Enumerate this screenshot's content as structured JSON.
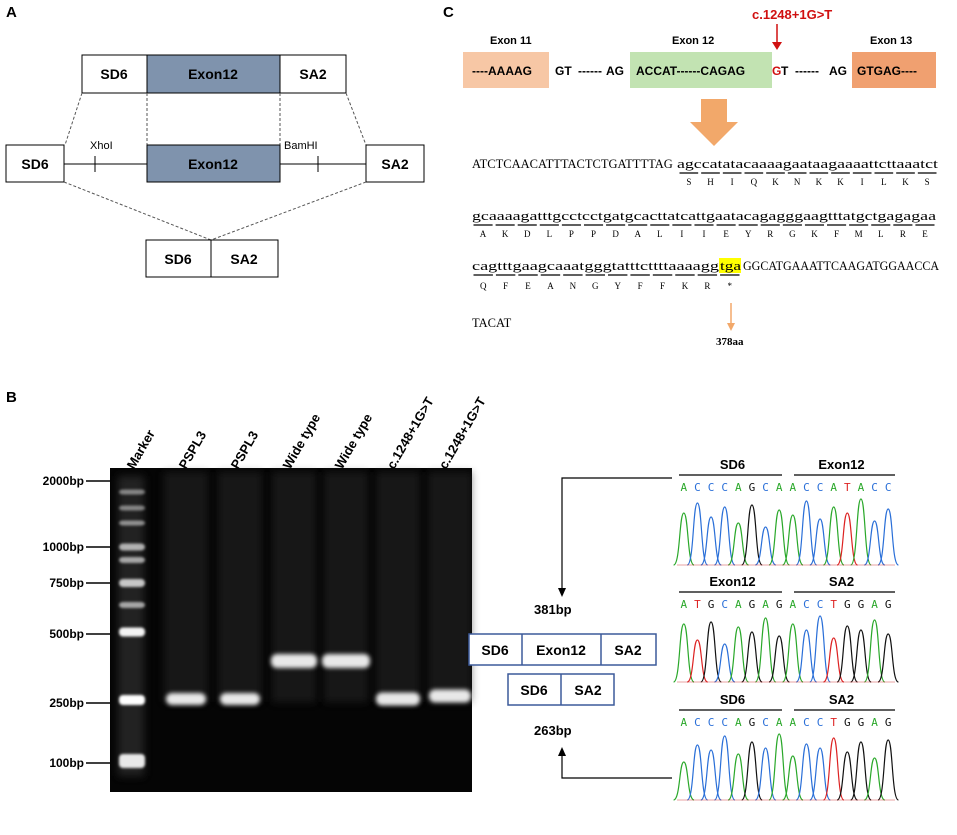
{
  "panel_a": {
    "letter": "A",
    "top_construct": [
      "SD6",
      "Exon12",
      "SA2"
    ],
    "vector": {
      "left": "SD6",
      "insert": "Exon12",
      "right": "SA2",
      "site_left": "XhoI",
      "site_right": "BamHI"
    },
    "bottom_construct": [
      "SD6",
      "SA2"
    ]
  },
  "panel_b": {
    "letter": "B",
    "lanes": [
      "Marker",
      "PSPL3",
      "PSPL3",
      "Wide type",
      "Wide type",
      "c.1248+1G>T",
      "c.1248+1G>T"
    ],
    "ladder": [
      "2000bp",
      "1000bp",
      "750bp",
      "500bp",
      "250bp",
      "100bp"
    ],
    "band_large": {
      "label": "381bp",
      "parts": [
        "SD6",
        "Exon12",
        "SA2"
      ]
    },
    "band_small": {
      "label": "263bp",
      "parts": [
        "SD6",
        "SA2"
      ]
    },
    "chromatograms": [
      {
        "left": "SD6",
        "right": "Exon12",
        "seq": "ACCCAGCAACCATACC"
      },
      {
        "left": "Exon12",
        "right": "SA2",
        "seq": "ATGCAGAGACCTGGAG"
      },
      {
        "left": "SD6",
        "right": "SA2",
        "seq": "ACCCAGCAACCTGGAG"
      }
    ]
  },
  "panel_c": {
    "letter": "C",
    "mutation": "c.1248+1G>T",
    "exon11": {
      "title": "Exon 11",
      "seq": "----AAAAG"
    },
    "exon12": {
      "title": "Exon 12",
      "seq": "ACCAT------CAGAG"
    },
    "exon13": {
      "title": "Exon 13",
      "seq": "GTGAG----"
    },
    "intron_parts": [
      "GT",
      "------",
      "AG",
      "G",
      "T",
      "------",
      "AG"
    ],
    "dna_lines": [
      {
        "upper": "ATCTCAACATTTACTCTGATTTTAG",
        "lower": "agccatatacaaaagaataagaaaattcttaaatct"
      },
      {
        "lower": "gcaaaagatttgcctcctgatgcacttatcattgaatacagagggaagtttatgctgagagaa"
      },
      {
        "lower_a": "cagtttgaagcaaatgggtatttcttttaaaagg",
        "stop": "tga",
        "upper": "GGCATGAAATTCAAGATGGAACCA"
      },
      {
        "upper": "TACAT"
      }
    ],
    "aa_lines": [
      [
        "S",
        "H",
        "I",
        "Q",
        "K",
        "N",
        "K",
        "K",
        "I",
        "L",
        "K",
        "S"
      ],
      [
        "A",
        "K",
        "D",
        "L",
        "P",
        "P",
        "D",
        "A",
        "L",
        "I",
        "I",
        "E",
        "Y",
        "R",
        "G",
        "K",
        "F",
        "M",
        "L",
        "R",
        "E"
      ],
      [
        "Q",
        "F",
        "E",
        "A",
        "N",
        "G",
        "Y",
        "F",
        "F",
        "K",
        "R",
        "*"
      ]
    ],
    "stop_label": "378aa"
  },
  "colors": {
    "exon_box": "#7f93ad",
    "exon11": "#f7c7a5",
    "exon12": "#c2e3b2",
    "exon13": "#f0a070",
    "arrow": "#f2a86a",
    "mutation": "#d01010",
    "frame": "#3c5a9a",
    "stop_highlight": "#ffff00",
    "base_A": "#2aa82a",
    "base_C": "#2a6fd8",
    "base_G": "#111111",
    "base_T": "#dd2222"
  }
}
